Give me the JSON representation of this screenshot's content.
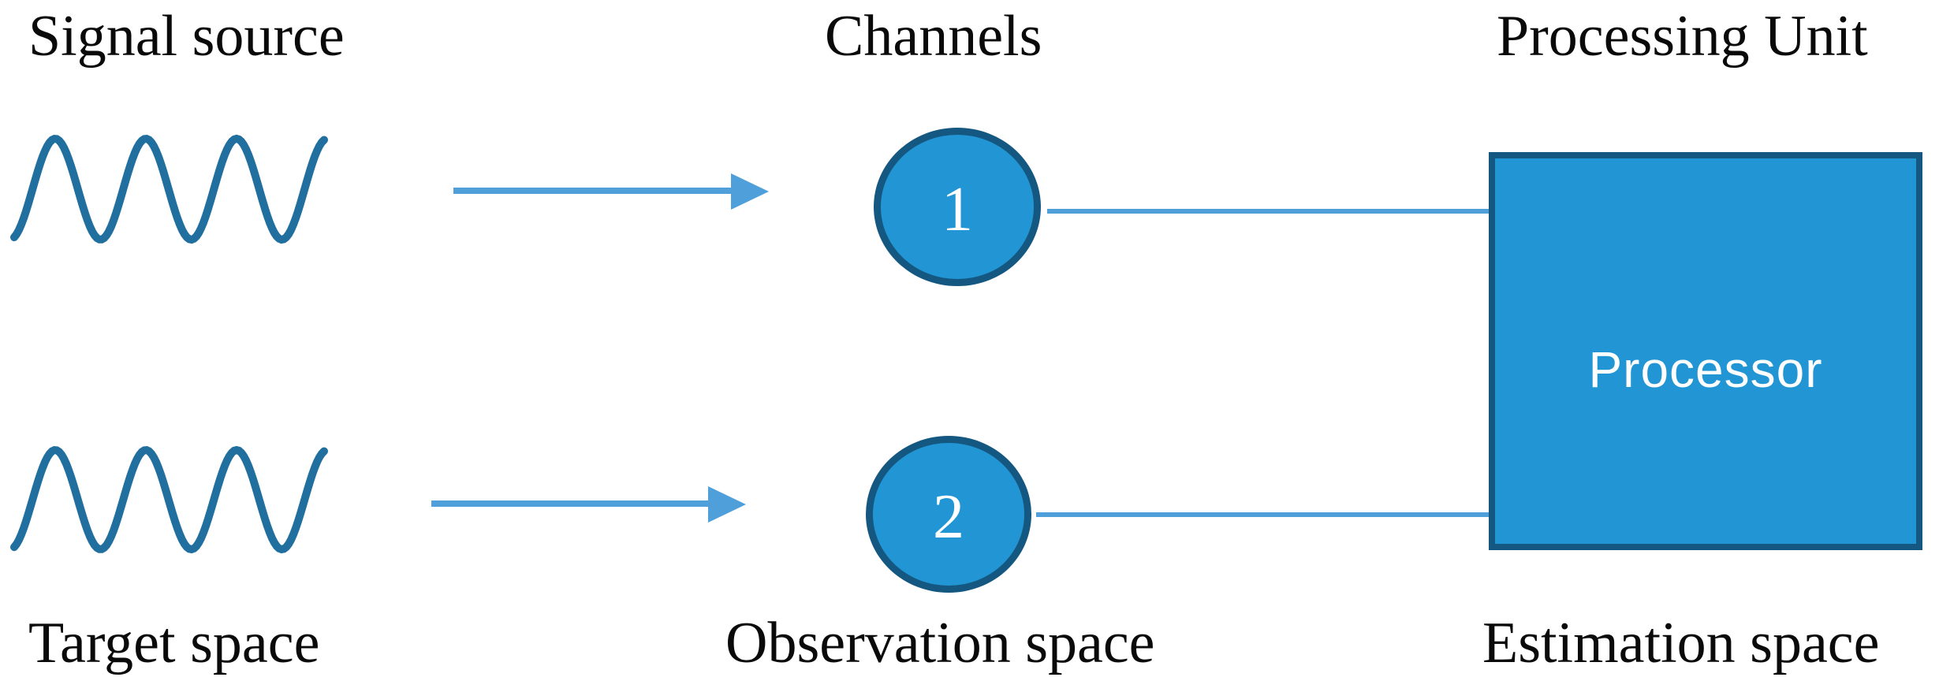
{
  "top_labels": {
    "signal_source": "Signal source",
    "channels": "Channels",
    "processing_unit": "Processing Unit"
  },
  "bottom_labels": {
    "target_space": "Target space",
    "observation_space": "Observation space",
    "estimation_space": "Estimation space"
  },
  "channels": [
    {
      "id": "1"
    },
    {
      "id": "2"
    }
  ],
  "processor": {
    "label": "Processor"
  },
  "icons": {
    "wave_top": "sine-wave",
    "wave_bottom": "sine-wave",
    "arrow_top": "right-arrow",
    "arrow_bottom": "right-arrow"
  },
  "colors": {
    "shape_fill": "#2296d4",
    "shape_border": "#145882",
    "connector_blue": "#4f9fdb",
    "wave_blue": "#206f9f",
    "label_text": "#0a0a0a",
    "processor_text": "#ffffff",
    "background": "#ffffff"
  }
}
